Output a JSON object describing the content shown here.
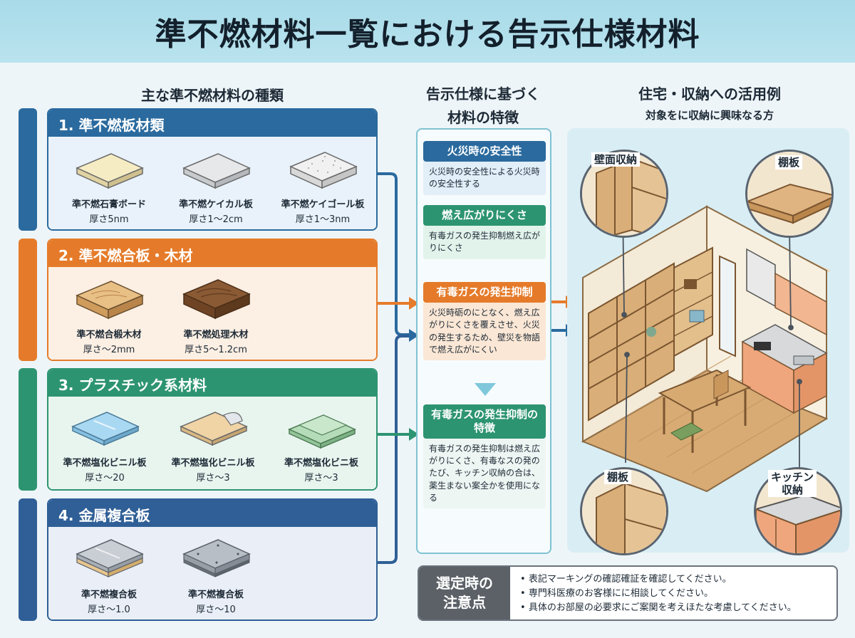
{
  "title": "準不燃材料一覧における告示仕様材料",
  "headings": {
    "left": "主な準不燃材料の種類",
    "middle_l1": "告示仕様に基づく",
    "middle_l2": "材料の特徴",
    "right_l1": "住宅・収納への活用例",
    "right_l2": "対象をに収納に興味なる方"
  },
  "categories": [
    {
      "label": "1. 準不燃板材類",
      "color": "#2a6a9e",
      "items": [
        {
          "name": "準不燃石膏ボード",
          "thickness": "厚さ5nm"
        },
        {
          "name": "準不燃ケイカル板",
          "thickness": "厚さ1〜2cm"
        },
        {
          "name": "準不燃ケイゴール板",
          "thickness": "厚さ1〜3nm"
        }
      ]
    },
    {
      "label": "2. 準不燃合板・木材",
      "color": "#e57b2a",
      "items": [
        {
          "name": "準不燃合椴木材",
          "thickness": "厚さ〜2mm"
        },
        {
          "name": "準不燃処理木材",
          "thickness": "厚さ5〜1.2cm"
        }
      ]
    },
    {
      "label": "3. プラスチック系材料",
      "color": "#2d9471",
      "items": [
        {
          "name": "準不燃塩化ビニル板",
          "thickness": "厚さ〜20"
        },
        {
          "name": "準不燃塩化ビニル板",
          "thickness": "厚さ〜3"
        },
        {
          "name": "準不燃塩化ビニ板",
          "thickness": "厚さ〜3"
        }
      ]
    },
    {
      "label": "4. 金属複合板",
      "color": "#2f5f96",
      "items": [
        {
          "name": "準不燃複合板",
          "thickness": "厚さ〜1.0"
        },
        {
          "name": "準不燃複合板",
          "thickness": "厚さ〜10"
        }
      ]
    }
  ],
  "features": [
    {
      "title": "火災時の安全性",
      "body": "火災時の安全性による火災時の安全性する"
    },
    {
      "title": "燃え広がりにくさ",
      "body": "有毒ガスの発生抑制燃え広がりにくさ"
    },
    {
      "title": "有毒ガスの発生抑制",
      "body": "火災時砺のにとなく、燃え広がりにくさを覆えさせ、火災の発生するため、壁災を物語で燃え広がにくい"
    },
    {
      "title": "有毒ガスの発生抑制の特徴",
      "body": "有毒ガスの発生抑制は燃え広がりにくさ、有毒なスの発のたび、キッチン収納の合は、薬生まない案全かを使用になる"
    }
  ],
  "callouts": {
    "wall_storage": "壁面収納",
    "shelf_top": "棚板",
    "shelf_bottom": "棚板",
    "kitchen_l1": "キッチン",
    "kitchen_l2": "収納"
  },
  "notes": {
    "heading_l1": "選定時の",
    "heading_l2": "注意点",
    "items": [
      "表記マーキングの確認確証を確認してください。",
      "専門科医療のお客様にに相談してください。",
      "具体のお部屋の必要求にご案関を考えほたな考慮してください。"
    ]
  }
}
